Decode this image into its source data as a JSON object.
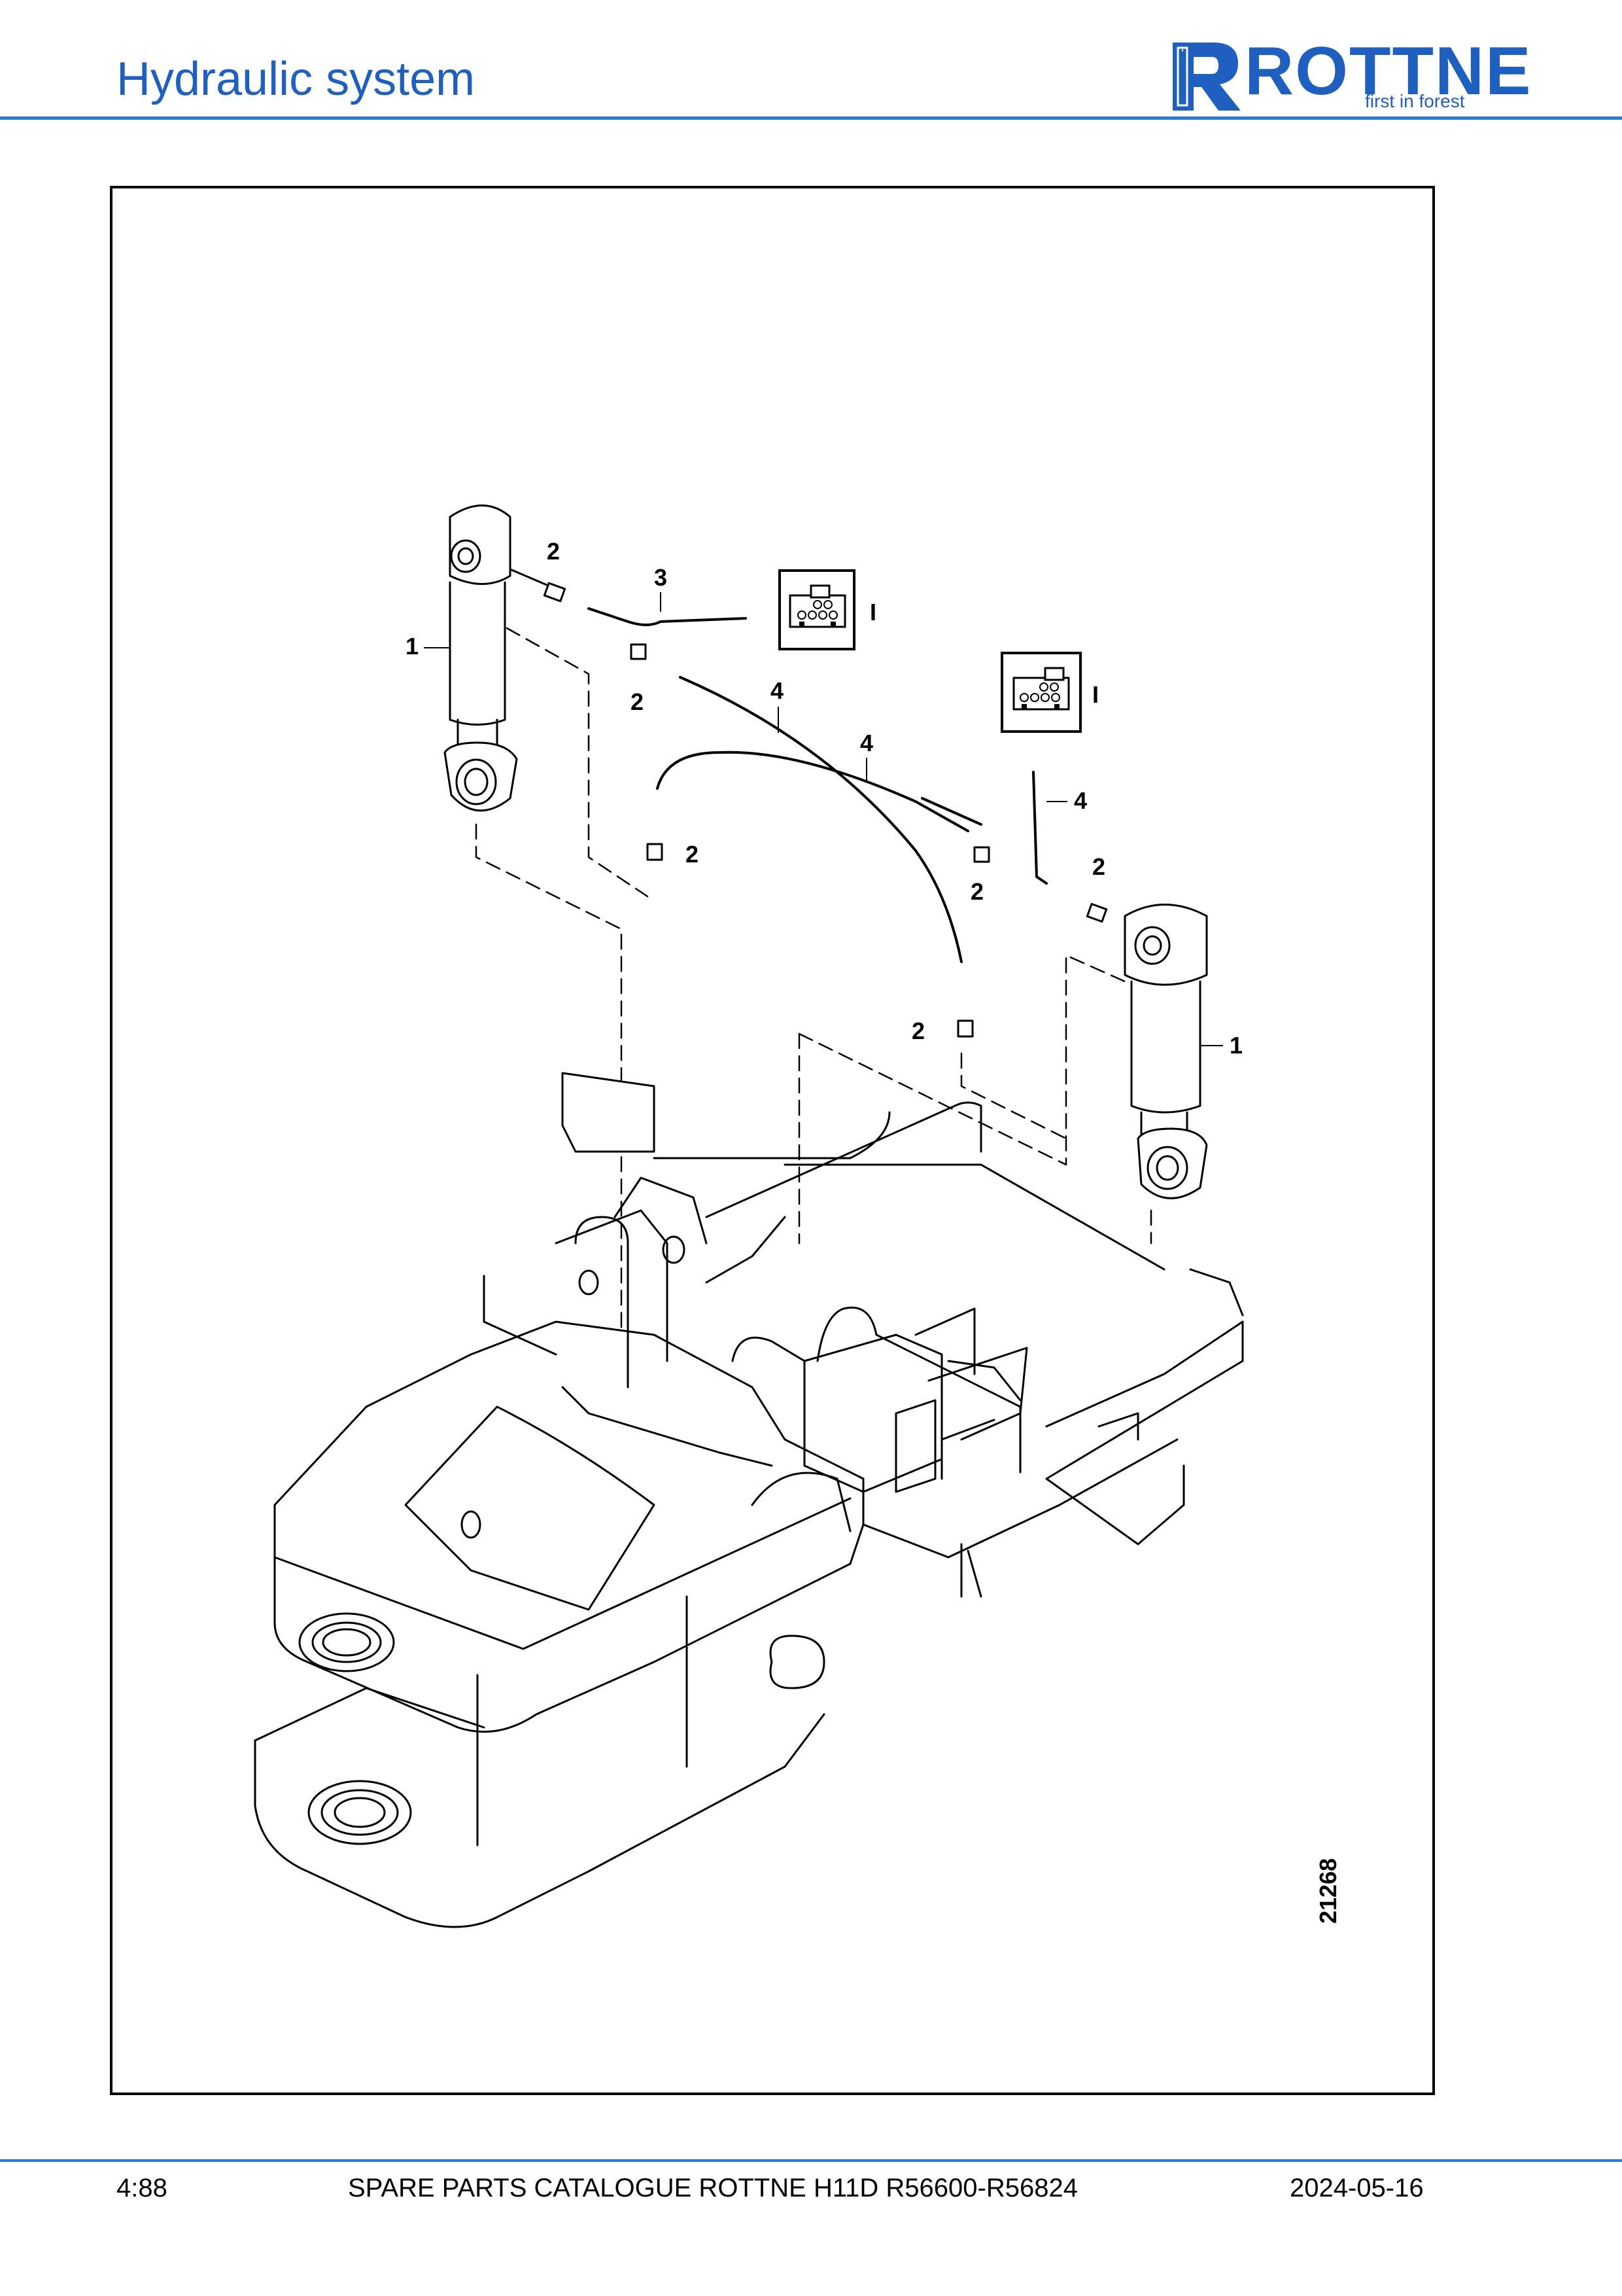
{
  "header": {
    "title": "Hydraulic system"
  },
  "logo": {
    "name": "ROTTNE",
    "tagline": "first in forest",
    "color": "#1f5fbf"
  },
  "figure": {
    "figure_number": "21268",
    "callouts": {
      "c1a": "1",
      "c1b": "1",
      "c2a": "2",
      "c2b": "2",
      "c2c": "2",
      "c2d": "2",
      "c2e": "2",
      "c2f": "2",
      "c3": "3",
      "c4a": "4",
      "c4b": "4",
      "c4c": "4",
      "cIa": "I",
      "cIb": "I"
    }
  },
  "footer": {
    "page": "4:88",
    "catalogue": "SPARE PARTS CATALOGUE ROTTNE H11D R56600-R56824",
    "date": "2024-05-16"
  },
  "colors": {
    "accent": "#2a78d8",
    "title": "#1f5fbf"
  }
}
